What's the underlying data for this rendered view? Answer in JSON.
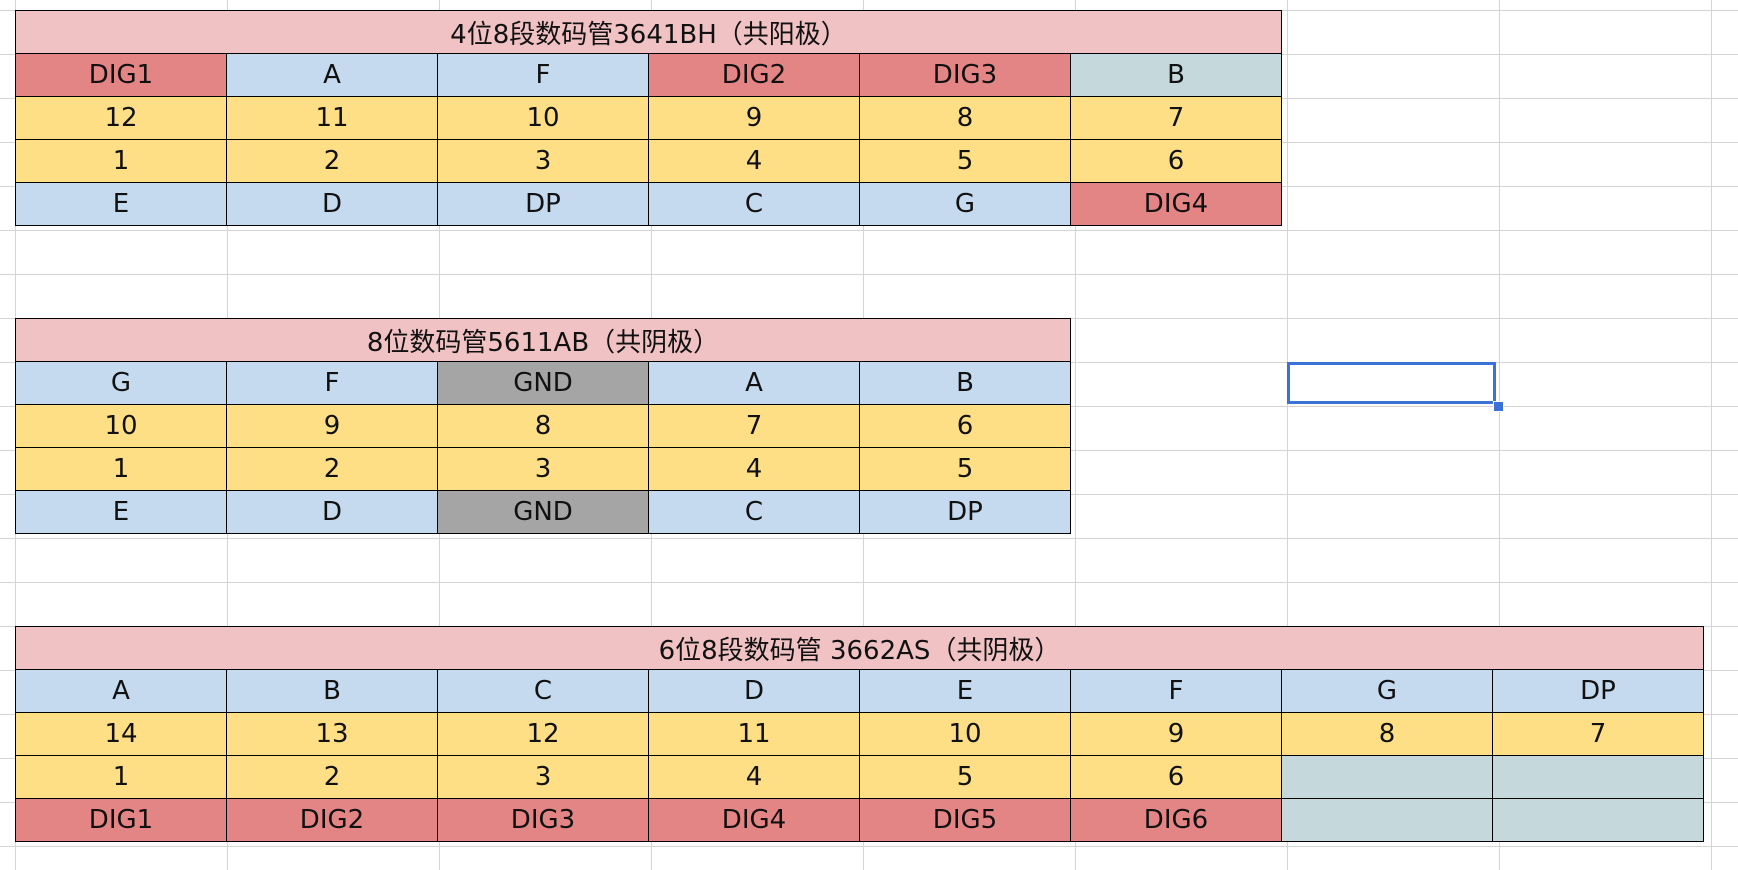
{
  "tables": [
    {
      "title": "4位8段数码管3641BH（共阳极）",
      "rows": [
        [
          "DIG1",
          "A",
          "F",
          "DIG2",
          "DIG3",
          "B"
        ],
        [
          "12",
          "11",
          "10",
          "9",
          "8",
          "7"
        ],
        [
          "1",
          "2",
          "3",
          "4",
          "5",
          "6"
        ],
        [
          "E",
          "D",
          "DP",
          "C",
          "G",
          "DIG4"
        ]
      ]
    },
    {
      "title": "8位数码管5611AB（共阴极）",
      "rows": [
        [
          "G",
          "F",
          "GND",
          "A",
          "B"
        ],
        [
          "10",
          "9",
          "8",
          "7",
          "6"
        ],
        [
          "1",
          "2",
          "3",
          "4",
          "5"
        ],
        [
          "E",
          "D",
          "GND",
          "C",
          "DP"
        ]
      ]
    },
    {
      "title": "6位8段数码管 3662AS（共阴极）",
      "rows": [
        [
          "A",
          "B",
          "C",
          "D",
          "E",
          "F",
          "G",
          "DP"
        ],
        [
          "14",
          "13",
          "12",
          "11",
          "10",
          "9",
          "8",
          "7"
        ],
        [
          "1",
          "2",
          "3",
          "4",
          "5",
          "6",
          "",
          ""
        ],
        [
          "DIG1",
          "DIG2",
          "DIG3",
          "DIG4",
          "DIG5",
          "DIG6",
          "",
          ""
        ]
      ]
    }
  ],
  "colors": {
    "title_fill": "#f0c2c4",
    "segment_fill": "#c5daef",
    "pin_fill": "#fedf86",
    "digit_fill": "#e48585",
    "gnd_fill": "#a5a5a5",
    "empty_fill": "#c5d9dd",
    "selection": "#3a72d8"
  }
}
